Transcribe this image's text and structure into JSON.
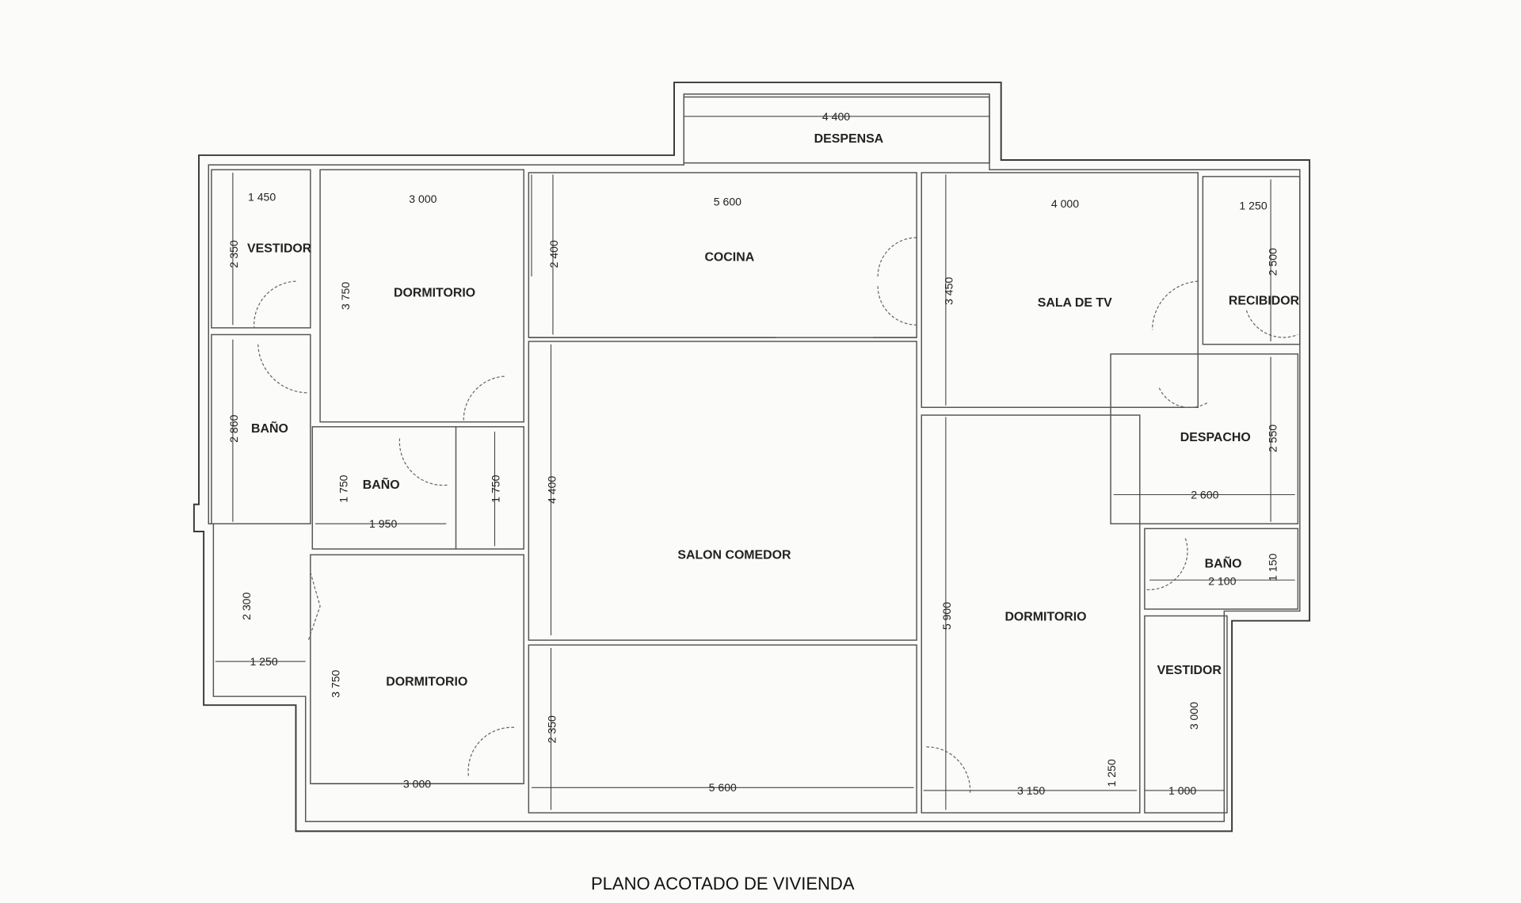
{
  "title": "PLANO ACOTADO DE VIVIENDA",
  "rooms": {
    "vestidor_left": "VESTIDOR",
    "dormitorio_top_left": "DORMITORIO",
    "bano_left": "BAÑO",
    "bano_middle": "BAÑO",
    "dormitorio_bottom_left": "DORMITORIO",
    "despensa": "DESPENSA",
    "cocina": "COCINA",
    "salon_comedor": "SALON COMEDOR",
    "sala_de_tv": "SALA DE TV",
    "recibidor": "RECIBIDOR",
    "despacho": "DESPACHO",
    "bano_right": "BAÑO",
    "dormitorio_right": "DORMITORIO",
    "vestidor_right": "VESTIDOR"
  },
  "dimensions": {
    "despensa_width": "4 400",
    "vestidor_width": "1 450",
    "dormitorio_top_width": "3 000",
    "cocina_width": "5 600",
    "sala_tv_width": "4 000",
    "recibidor_width": "1 250",
    "vestidor_height": "2 350",
    "dormitorio_top_height": "3 750",
    "cocina_height": "2 400",
    "sala_tv_height": "3 450",
    "recibidor_height": "2 500",
    "bano_left_height": "2 860",
    "bano_middle_height": "1 750",
    "corridor_height": "1 750",
    "bano_middle_width": "1 950",
    "salon_height": "4 400",
    "despacho_width": "2 600",
    "despacho_height": "2 550",
    "bano_right_height": "1 150",
    "bano_right_width": "2 100",
    "closet_left_height": "2 300",
    "closet_left_width": "1 250",
    "dormitorio_bottom_height": "3 750",
    "salon_lower_height": "2 350",
    "dormitorio_right_height": "5 900",
    "vestidor_right_height": "3 000",
    "dormitorio_right_small": "1 250",
    "dormitorio_bottom_width": "3 000",
    "salon_width": "5 600",
    "dormitorio_right_width": "3 150",
    "vestidor_right_width": "1 000"
  }
}
